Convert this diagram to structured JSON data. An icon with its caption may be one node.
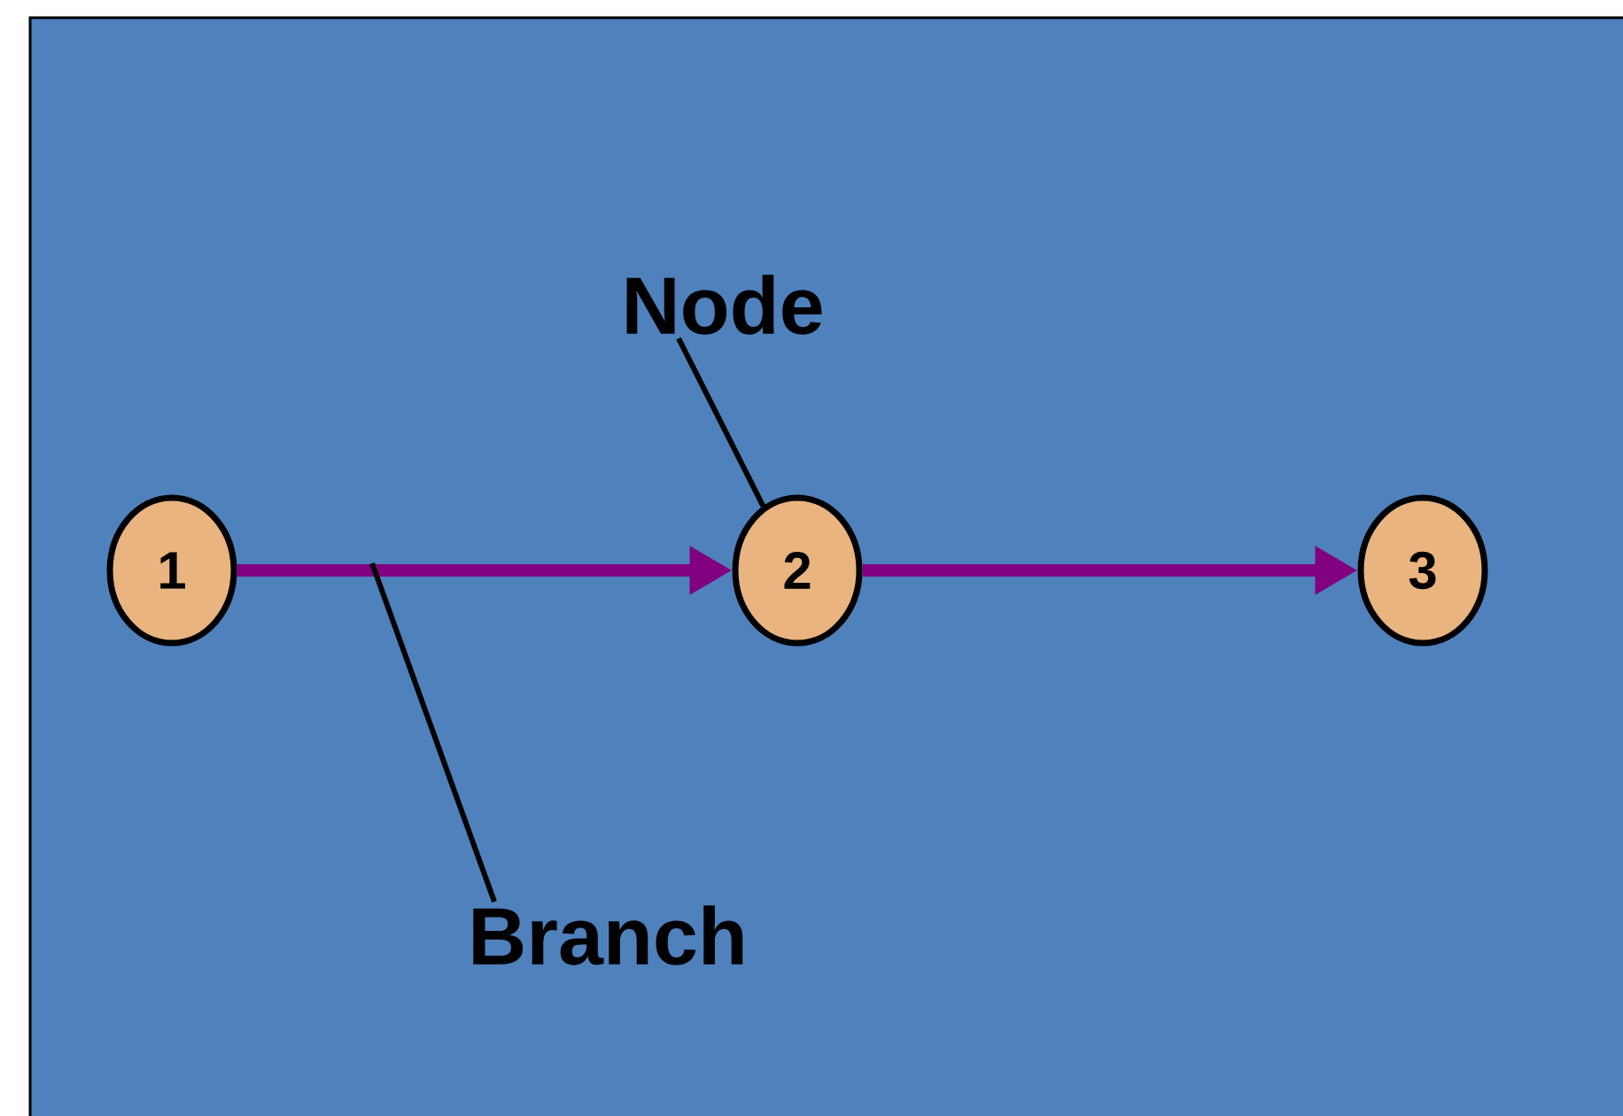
{
  "diagram": {
    "nodes": [
      {
        "text": [
          "1"
        ]
      },
      {
        "text": [
          "2"
        ]
      },
      {
        "text": [
          "3"
        ]
      },
      {
        "text": [
          "Node"
        ]
      },
      {
        "text": [
          "Branch"
        ]
      }
    ],
    "edges": [
      {
        "from": 0,
        "to": 1,
        "arrow": "to",
        "style": "thick",
        "color": "#800080"
      },
      {
        "from": 1,
        "to": 2,
        "arrow": "to",
        "style": "thick",
        "color": "#800080"
      },
      {
        "from": 3,
        "to": 1,
        "arrow": "none",
        "color": "#000000"
      },
      {
        "from": 4,
        "to": null,
        "arrow": "none",
        "color": "#000000"
      }
    ]
  }
}
